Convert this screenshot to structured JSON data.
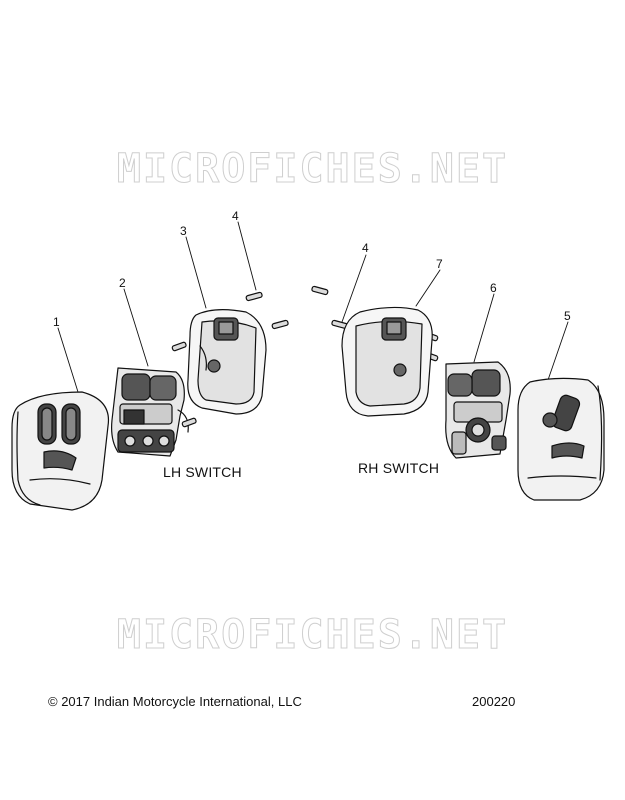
{
  "watermark": "MICROFICHES.NET",
  "callouts": [
    "1",
    "2",
    "3",
    "4",
    "4",
    "7",
    "6",
    "5"
  ],
  "labels": {
    "lh": "LH SWITCH",
    "rh": "RH SWITCH"
  },
  "footer": {
    "copyright": "© 2017 Indian Motorcycle International, LLC",
    "code": "200220"
  }
}
